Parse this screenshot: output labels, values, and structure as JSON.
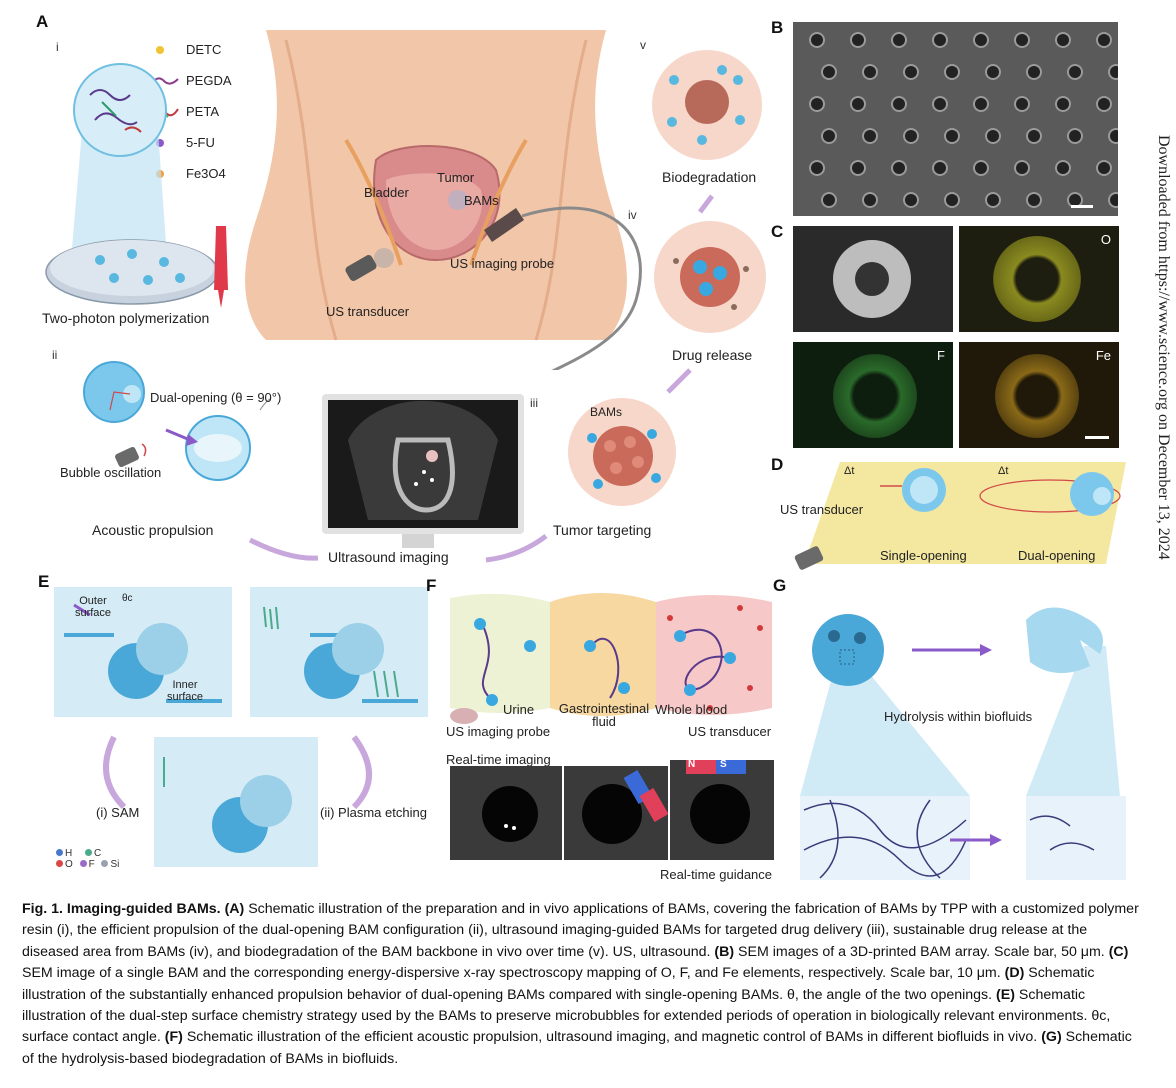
{
  "panels": {
    "A": "A",
    "B": "B",
    "C": "C",
    "D": "D",
    "E": "E",
    "F": "F",
    "G": "G"
  },
  "panelA": {
    "step_i": "i",
    "step_ii": "ii",
    "step_iii": "iii",
    "step_iv": "iv",
    "step_v": "v",
    "legend": [
      "DETC",
      "PEGDA",
      "PETA",
      "5-FU",
      "Fe3O4"
    ],
    "legend_colors": [
      "#f2c230",
      "#8a3c8c",
      "#c0393b",
      "#8a5bc8",
      "#f0a040"
    ],
    "two_photon": "Two-photon polymerization",
    "dual_opening": "Dual-opening (θ = 90°)",
    "bubble_oscillation": "Bubble oscillation",
    "acoustic_propulsion": "Acoustic propulsion",
    "bladder": "Bladder",
    "tumor": "Tumor",
    "bams": "BAMs",
    "us_imaging_probe": "US imaging probe",
    "us_transducer": "US transducer",
    "ultrasound_imaging": "Ultrasound imaging",
    "tumor_targeting": "Tumor targeting",
    "bams_small": "BAMs",
    "drug_release": "Drug release",
    "biodegradation": "Biodegradation"
  },
  "panelC": {
    "o": "O",
    "f": "F",
    "fe": "Fe"
  },
  "panelD": {
    "dt1": "Δt",
    "dt2": "Δt",
    "us_transducer": "US transducer",
    "single": "Single-opening",
    "dual": "Dual-opening"
  },
  "panelE": {
    "outer_surface": "Outer surface",
    "inner_surface": "Inner surface",
    "theta": "θc",
    "sam": "(i) SAM",
    "plasma": "(ii) Plasma etching",
    "atoms": [
      "H",
      "C",
      "O",
      "F",
      "Si"
    ],
    "atom_colors": [
      "#4a78c8",
      "#4caa8c",
      "#d94848",
      "#9a6cc8",
      "#9aa0b0"
    ]
  },
  "panelF": {
    "urine": "Urine",
    "gi_fluid": "Gastrointestinal fluid",
    "whole_blood": "Whole blood",
    "us_imaging_probe": "US imaging probe",
    "us_transducer": "US transducer",
    "realtime_imaging": "Real-time imaging",
    "realtime_guidance": "Real-time guidance",
    "n": "N",
    "s": "S"
  },
  "panelG": {
    "hydrolysis": "Hydrolysis within biofluids"
  },
  "side_note": "Downloaded from https://www.science.org on December 13, 2024",
  "caption": {
    "fig": "Fig. 1. Imaging-guided BAMs.",
    "a": "(A)",
    "a_text": " Schematic illustration of the preparation and in vivo applications of BAMs, covering the fabrication of BAMs by TPP with a customized polymer resin (i), the efficient propulsion of the dual-opening BAM configuration (ii), ultrasound imaging-guided BAMs for targeted drug delivery (iii), sustainable drug release at the diseased area from BAMs (iv), and biodegradation of the BAM backbone in vivo over time (v). US, ultrasound.",
    "b": "(B)",
    "b_text": " SEM images of a 3D-printed BAM array. Scale bar, 50 μm.",
    "c": "(C)",
    "c_text": " SEM image of a single BAM and the corresponding energy-dispersive x-ray spectroscopy mapping of O, F, and Fe elements, respectively. Scale bar, 10 μm.",
    "d": "(D)",
    "d_text": " Schematic illustration of the substantially enhanced propulsion behavior of dual-opening BAMs compared with single-opening BAMs. θ, the angle of the two openings.",
    "e": "(E)",
    "e_text": " Schematic illustration of the dual-step surface chemistry strategy used by the BAMs to preserve microbubbles for extended periods of operation in biologically relevant environments. θc, surface contact angle.",
    "f": "(F)",
    "f_text": " Schematic illustration of the efficient acoustic propulsion, ultrasound imaging, and magnetic control of BAMs in different biofluids in vivo.",
    "g": "(G)",
    "g_text": " Schematic of the hydrolysis-based biodegradation of BAMs in biofluids."
  }
}
